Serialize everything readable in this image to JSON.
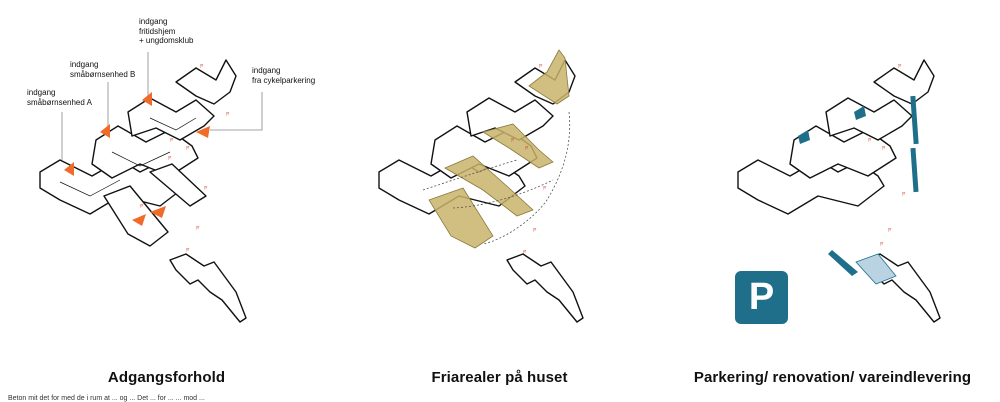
{
  "panels": [
    {
      "title": "Adgangsforhold",
      "labels": [
        "indgang\nfritidshjem\n+ ungdomsklub",
        "indgang\nsmåbørnsenhed B",
        "indgang\nsmåbørnsenhed A",
        "indgang\nfra cykelparkering"
      ]
    },
    {
      "title": "Friarealer på huset"
    },
    {
      "title": "Parkering/ renovation/ vareindlevering",
      "badge": "P"
    }
  ],
  "colors": {
    "accent_orange": "#f06a2a",
    "terrace_khaki": "#c8b46a",
    "parking_blue": "#1f6f8b",
    "parking_light": "#b9d3e3",
    "tree_red": "#d9342b"
  },
  "footer": "Beton mit det for med de i rum at ... og ... Det ... for ... ... mod ..."
}
